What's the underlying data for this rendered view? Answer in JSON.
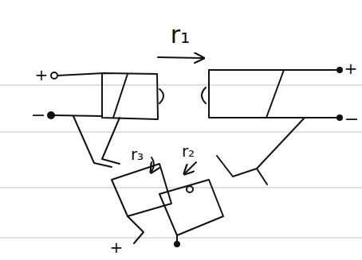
{
  "diagram": {
    "labels": [
      "+",
      "−",
      "r₁",
      "+",
      "−",
      "r₃",
      "r₂",
      "+"
    ]
  }
}
